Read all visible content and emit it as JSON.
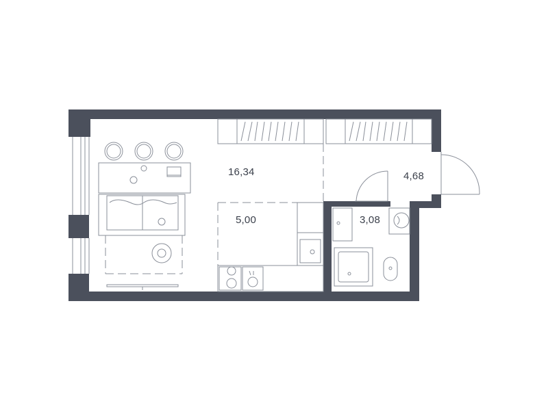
{
  "plan": {
    "wall_color": "#4b505c",
    "line_color": "#8a8f99",
    "text_color": "#3a3f4a",
    "rooms": [
      {
        "id": "living",
        "area": "16,34"
      },
      {
        "id": "kitchen",
        "area": "5,00"
      },
      {
        "id": "bathroom",
        "area": "3,08"
      },
      {
        "id": "hall",
        "area": "4,68"
      }
    ]
  }
}
